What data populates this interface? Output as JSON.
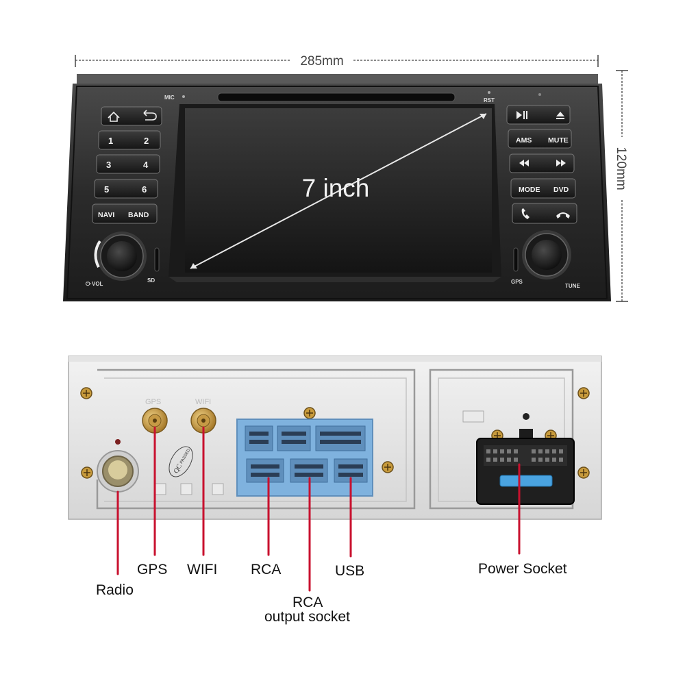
{
  "dimensions": {
    "width_label": "285mm",
    "height_label": "120mm"
  },
  "front_panel": {
    "screen_label": "7 inch",
    "left_buttons": [
      {
        "left": "",
        "right": ""
      },
      {
        "left": "1",
        "right": "2"
      },
      {
        "left": "3",
        "right": "4"
      },
      {
        "left": "5",
        "right": "6"
      },
      {
        "left": "NAVI",
        "right": "BAND"
      }
    ],
    "right_buttons": [
      {
        "left": "",
        "right": ""
      },
      {
        "left": "AMS",
        "right": "MUTE"
      },
      {
        "left": "",
        "right": ""
      },
      {
        "left": "MODE",
        "right": "DVD"
      },
      {
        "left": "",
        "right": ""
      }
    ],
    "small_labels": {
      "mic": "MIC",
      "rst": "RST",
      "vol": "⏻·VOL",
      "sd": "SD",
      "gps": "GPS",
      "tune": "TUNE"
    }
  },
  "rear_panel": {
    "antenna_marks": {
      "gps": "GPS",
      "wifi": "WIFI"
    },
    "qc_stamp": {
      "qc": "QC",
      "passed": "PASSED"
    }
  },
  "callouts": {
    "radio": "Radio",
    "gps": "GPS",
    "wifi": "WIFI",
    "rca": "RCA",
    "usb": "USB",
    "rca_output_line1": "RCA",
    "rca_output_line2": "output socket",
    "power_socket": "Power Socket"
  },
  "colors": {
    "callout_line": "#c8102e",
    "connector_blue": "#7fb2de",
    "bezel": "#2a2a2a"
  }
}
